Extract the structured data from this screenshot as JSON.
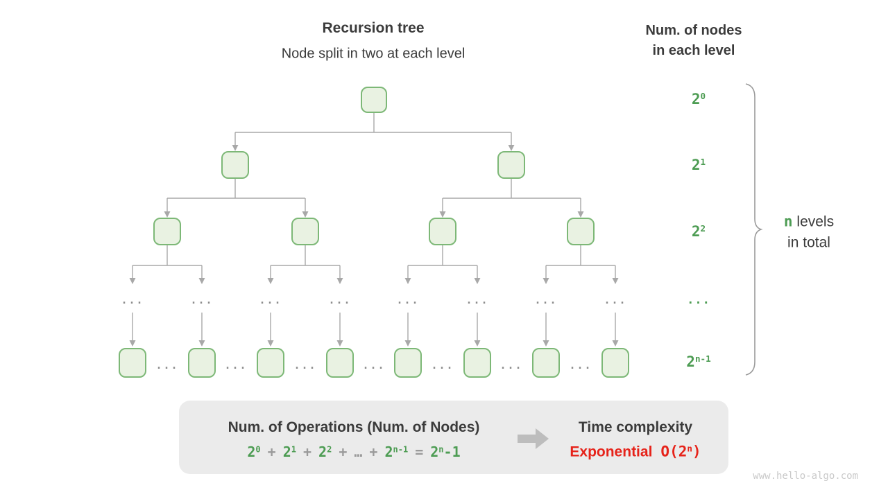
{
  "title": {
    "line1": "Recursion tree",
    "line2": "Node split in two at each level"
  },
  "right_header": {
    "line1": "Num. of nodes",
    "line2": "in each level"
  },
  "levels": [
    {
      "base": "2",
      "sup": "0"
    },
    {
      "base": "2",
      "sup": "1"
    },
    {
      "base": "2",
      "sup": "2"
    },
    {
      "base": "..."
    },
    {
      "base": "2",
      "sup": "n-1"
    }
  ],
  "brace_note": {
    "n": "n",
    "levels_word": "levels",
    "line2": "in total"
  },
  "tree": {
    "ellipsis": "..."
  },
  "summary": {
    "left_title": "Num. of Operations (Num. of Nodes)",
    "formula_tokens": [
      {
        "text": "2",
        "sup": "0",
        "color": "green"
      },
      {
        "text": "+",
        "color": "gray"
      },
      {
        "text": "2",
        "sup": "1",
        "color": "green"
      },
      {
        "text": "+",
        "color": "gray"
      },
      {
        "text": "2",
        "sup": "2",
        "color": "green"
      },
      {
        "text": "+",
        "color": "gray"
      },
      {
        "text": "…",
        "color": "gray"
      },
      {
        "text": "+",
        "color": "gray"
      },
      {
        "text": "2",
        "sup": "n-1",
        "color": "green"
      },
      {
        "text": "=",
        "color": "gray"
      },
      {
        "text": "2",
        "sup": "n",
        "tail": "-1",
        "color": "green"
      }
    ],
    "right_title": "Time complexity",
    "complexity_word": "Exponential",
    "big_o": {
      "base": "O(2",
      "sup": "n",
      "tail": ")"
    }
  },
  "watermark": "www.hello-algo.com",
  "colors": {
    "green": "#4d9c53",
    "red": "#e6231a",
    "node_fill": "#e9f2e2",
    "node_border": "#7db877",
    "connector": "#a8a8a8",
    "dots": "#8c8c8c",
    "op_gray": "#9a9a9a",
    "text_dark": "#3b3b3b",
    "box_bg": "#ebebeb",
    "big_arrow": "#bdbdbd",
    "watermark": "#c9c9c9",
    "brace": "#9a9a9a"
  }
}
